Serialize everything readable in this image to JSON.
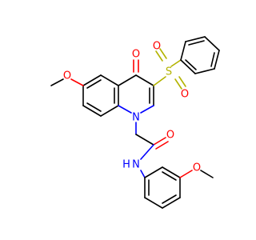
{
  "molecule": {
    "atoms": {
      "ketone_o": "O",
      "sulfonyl_s": "S",
      "sulfonyl_o1": "O",
      "sulfonyl_o2": "O",
      "methoxy_o_quinoline": "O",
      "ring_n": "N",
      "amide_o": "O",
      "amide_nh": "N",
      "amide_h": "H",
      "methoxy_o_aryl": "O"
    },
    "element_colors": {
      "O": "#ff0000",
      "N": "#0000ff",
      "S": "#b3b300",
      "C": "#000000",
      "H": "#000000"
    }
  }
}
